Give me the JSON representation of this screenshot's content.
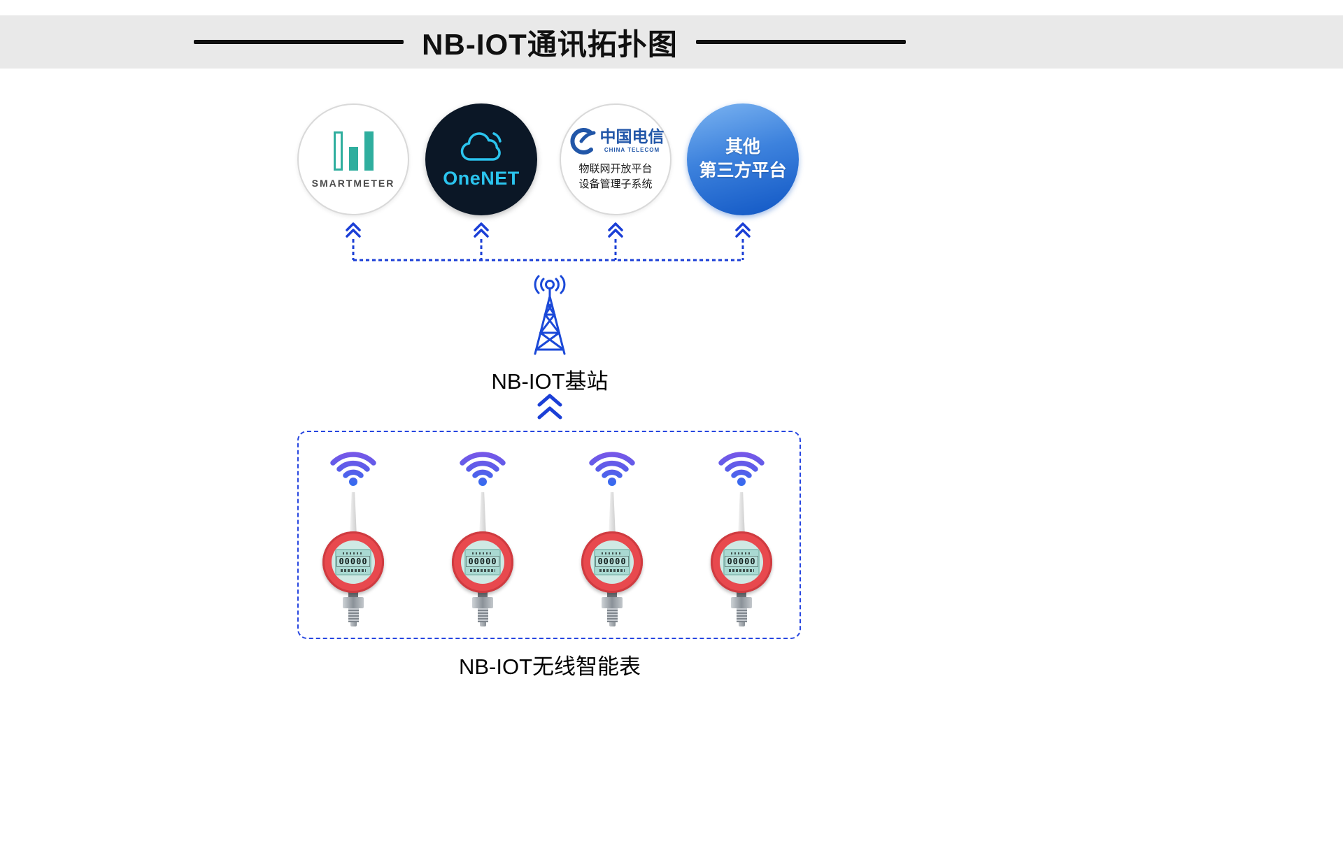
{
  "header": {
    "title": "NB-IOT通讯拓扑图"
  },
  "platforms": {
    "smartmeter": {
      "label": "SMARTMETER"
    },
    "onenet": {
      "label": "OneNET"
    },
    "china_telecom": {
      "brand_cn": "中国电信",
      "brand_en": "CHINA TELECOM",
      "line1": "物联网开放平台",
      "line2": "设备管理子系统"
    },
    "third_party": {
      "line1": "其他",
      "line2": "第三方平台"
    }
  },
  "base_station": {
    "label": "NB-IOT基站"
  },
  "device_group": {
    "label": "NB-IOT无线智能表",
    "count": 4,
    "lcd_value": "00000"
  },
  "icons": {
    "smartmeter_logo": "bar-chart-logo",
    "onenet_logo": "cloud-outline-logo",
    "china_telecom_logo": "china-telecom-c-logo",
    "wifi": "wifi-signal-icon",
    "tower": "cell-tower-icon",
    "up_arrow": "double-chevron-up-icon"
  },
  "colors": {
    "banner_gray": "#e9e9e9",
    "accent_blue": "#1b3fd6",
    "gauge_red": "#e8494e",
    "lcd_teal": "#a9d9d2",
    "wifi_purple": "#8355e8",
    "wifi_blue": "#2e6ef0",
    "onenet_cyan": "#2bc4ee",
    "onenet_navy": "#0b1726",
    "telecom_blue": "#2156a8",
    "smartmeter_teal": "#2fae9e",
    "third_party_blue": "#1056c4"
  }
}
